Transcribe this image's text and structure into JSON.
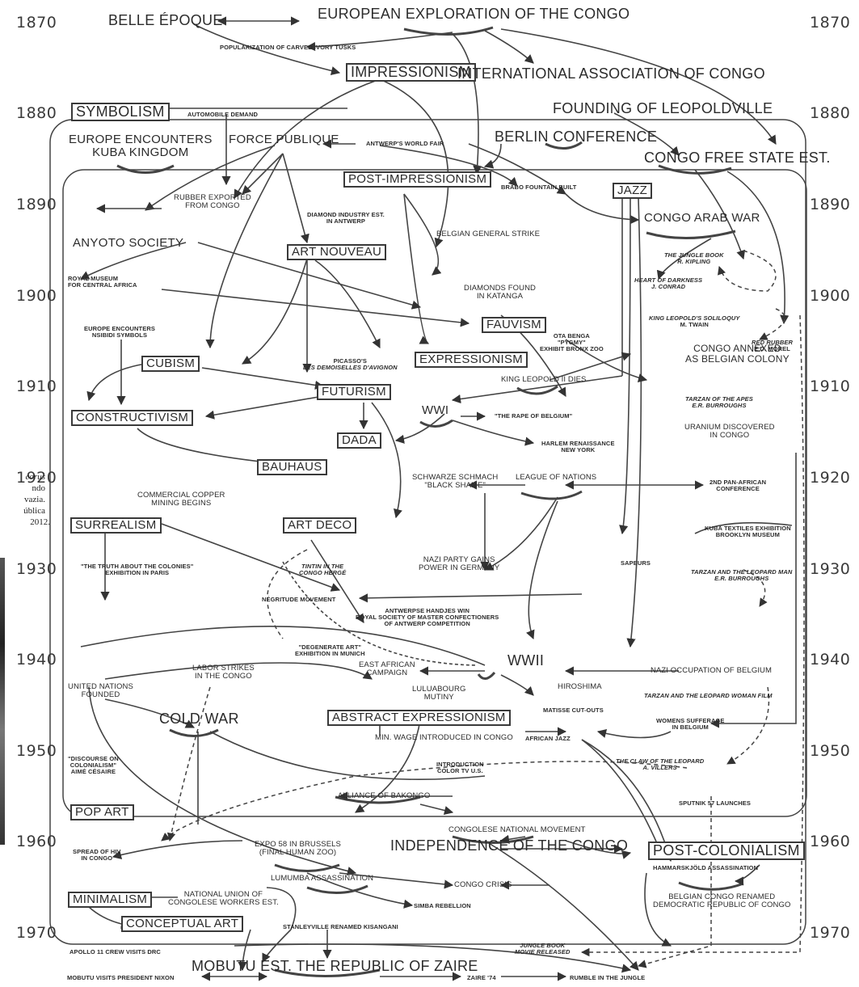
{
  "years": [
    "1870",
    "1880",
    "1890",
    "1900",
    "1910",
    "1920",
    "1930",
    "1940",
    "1950",
    "1960",
    "1970"
  ],
  "caption_fragments": [
    "corus",
    "ndo",
    "vazia.",
    "ública",
    "2012."
  ],
  "nodes": {
    "european_exploration": "EUROPEAN EXPLORATION OF THE CONGO",
    "belle_epoque": "BELLE ÉPOQUE",
    "carved_ivory": "POPULARIZATION OF CARVED IVORY TUSKS",
    "impressionism": "IMPRESSIONISM",
    "intl_association": "INTERNATIONAL ASSOCIATION OF CONGO",
    "symbolism": "SYMBOLISM",
    "automobile_demand": "AUTOMOBILE DEMAND",
    "founding_leopoldville": "FOUNDING OF LEOPOLDVILLE",
    "europe_kuba_1": "EUROPE ENCOUNTERS",
    "europe_kuba_2": "KUBA KINGDOM",
    "force_publique": "FORCE PUBLIQUE",
    "antwerp_fair": "ANTWERP'S WORLD FAIR",
    "berlin_conference": "BERLIN CONFERENCE",
    "congo_free_state": "CONGO FREE STATE EST.",
    "post_impressionism": "POST-IMPRESSIONISM",
    "brabo_fountain": "BRABO FOUNTAIN BUILT",
    "jazz": "JAZZ",
    "rubber_exported_1": "RUBBER EXPORTED",
    "rubber_exported_2": "FROM CONGO",
    "diamond_industry_1": "DIAMOND INDUSTRY EST.",
    "diamond_industry_2": "IN ANTWERP",
    "congo_arab_war": "CONGO ARAB WAR",
    "anyoto_society": "ANYOTO SOCIETY",
    "belgian_strike": "BELGIAN GENERAL STRIKE",
    "art_nouveau": "ART NOUVEAU",
    "jungle_book_1": "THE JUNGLE BOOK",
    "jungle_book_2": "R. KIPLING",
    "royal_museum_1": "ROYAL MUSEUM",
    "royal_museum_2": "FOR CENTRAL AFRICA",
    "heart_darkness_1": "HEART OF DARKNESS",
    "heart_darkness_2": "J. CONRAD",
    "diamonds_katanga_1": "DIAMONDS FOUND",
    "diamonds_katanga_2": "IN KATANGA",
    "leopold_soliloquy_1": "KING LEOPOLD'S SOLILOQUY",
    "leopold_soliloquy_2": "M. TWAIN",
    "europe_nsibidi_1": "EUROPE ENCOUNTERS",
    "europe_nsibidi_2": "NSIBIDI SYMBOLS",
    "fauvism": "FAUVISM",
    "red_rubber_1": "RED RUBBER",
    "red_rubber_2": "E.D. MOREL",
    "ota_benga_1": "OTA BENGA",
    "ota_benga_2": "\"PYGMY\"",
    "ota_benga_3": "EXHIBIT BRONX ZOO",
    "cubism": "CUBISM",
    "picasso_1": "PICASSO'S",
    "picasso_2": "LES DEMOISELLES D'AVIGNON",
    "expressionism": "EXPRESSIONISM",
    "congo_annexed_1": "CONGO ANNEXED",
    "congo_annexed_2": "AS BELGIAN COLONY",
    "leopold_dies": "KING LEOPOLD II DIES",
    "futurism": "FUTURISM",
    "tarzan_apes_1": "TARZAN OF THE APES",
    "tarzan_apes_2": "E.R. BURROUGHS",
    "constructivism": "CONSTRUCTIVISM",
    "wwi": "WWI",
    "rape_belgium": "\"THE RAPE OF BELGIUM\"",
    "uranium_1": "URANIUM DISCOVERED",
    "uranium_2": "IN CONGO",
    "dada": "DADA",
    "harlem_1": "HARLEM RENAISSANCE",
    "harlem_2": "NEW YORK",
    "bauhaus": "BAUHAUS",
    "schwarze_1": "SCHWARZE SCHMACH",
    "schwarze_2": "\"BLACK SHAME\"",
    "league_nations": "LEAGUE OF NATIONS",
    "pan_african_1": "2ND PAN-AFRICAN",
    "pan_african_2": "CONFERENCE",
    "copper_1": "COMMERCIAL COPPER",
    "copper_2": "MINING BEGINS",
    "surrealism": "SURREALISM",
    "art_deco": "ART DECO",
    "kuba_textiles_1": "KUBA TEXTILES EXHIBITION",
    "kuba_textiles_2": "BROOKLYN MUSEUM",
    "sapeurs": "SAPEURS",
    "truth_colonies_1": "\"THE TRUTH ABOUT THE COLONIES\"",
    "truth_colonies_2": "EXHIBITION IN PARIS",
    "tintin_1": "TINTIN IN THE",
    "tintin_2": "CONGO HERGÉ",
    "nazi_party_1": "NAZI PARTY GAINS",
    "nazi_party_2": "POWER IN GERMANY",
    "negritude": "NÉGRITUDE MOVEMENT",
    "tarzan_leopard_man_1": "TARZAN AND THE LEOPARD MAN",
    "tarzan_leopard_man_2": "E.R. BURROUGHS",
    "antwerpse_1": "ANTWERPSE HANDJES WIN",
    "antwerpse_2": "ROYAL SOCIETY OF MASTER CONFECTIONERS",
    "antwerpse_3": "OF ANTWERP COMPETITION",
    "degenerate_1": "\"DEGENERATE ART\"",
    "degenerate_2": "EXHIBITION IN MUNICH",
    "wwii": "WWII",
    "nazi_occupation": "NAZI OCCUPATION OF BELGIUM",
    "east_african_1": "EAST AFRICAN",
    "east_african_2": "CAMPAIGN",
    "labor_strikes_1": "LABOR STRIKES",
    "labor_strikes_2": "IN THE CONGO",
    "un_founded_1": "UNITED NATIONS",
    "un_founded_2": "FOUNDED",
    "hiroshima": "HIROSHIMA",
    "luluabourg_1": "LULUABOURG",
    "luluabourg_2": "MUTINY",
    "tarzan_leopard_woman": "TARZAN AND THE LEOPARD WOMAN FILM",
    "cold_war": "COLD WAR",
    "matisse": "MATISSE CUT-OUTS",
    "abstract_expressionism": "ABSTRACT EXPRESSIONISM",
    "womens_suffrage_1": "WOMENS SUFFERAGE",
    "womens_suffrage_2": "IN BELGIUM",
    "min_wage": "MIN. WAGE INTRODUCED IN CONGO",
    "african_jazz": "AFRICAN JAZZ",
    "discourse_1": "\"DISCOURSE ON",
    "discourse_2": "COLONIALISM\"",
    "discourse_3": "AIMÉ CÉSAIRE",
    "color_tv_1": "INTRODUCTION",
    "color_tv_2": "COLOR TV U.S.",
    "claw_leopard_1": "THE CLAW OF THE LEOPARD",
    "claw_leopard_2": "A. VILLERS",
    "alliance_bakongo": "ALLIANCE OF BAKONGO",
    "pop_art": "POP ART",
    "sputnik": "SPUTNIK 57 LAUNCHES",
    "congolese_national": "CONGOLESE NATIONAL MOVEMENT",
    "expo58_1": "EXPO 58 IN BRUSSELS",
    "expo58_2": "(FINAL HUMAN ZOO)",
    "spread_hiv_1": "SPREAD OF HIV",
    "spread_hiv_2": "IN CONGO",
    "independence": "INDEPENDENCE OF THE CONGO",
    "post_colonialism": "POST-COLONIALISM",
    "lumumba": "LUMUMBA ASSASSINATION",
    "hammarskjold": "HAMMARSKJÖLD ASSASSINATION",
    "minimalism": "MINIMALISM",
    "national_union_1": "NATIONAL UNION OF",
    "national_union_2": "CONGOLESE WORKERS EST.",
    "congo_crisis": "CONGO CRISIS",
    "belgian_congo_renamed_1": "BELGIAN CONGO RENAMED",
    "belgian_congo_renamed_2": "DEMOCRATIC REPUBLIC OF CONGO",
    "simba": "SIMBA REBELLION",
    "conceptual_art": "CONCEPTUAL ART",
    "stanleyville": "STANLEYVILLE RENAMED KISANGANI",
    "jungle_movie_1": "JUNGLE BOOK",
    "jungle_movie_2": "MOVIE RELEASED",
    "apollo": "APOLLO 11 CREW VISITS DRC",
    "mobutu_zaire": "MOBUTU EST. THE REPUBLIC OF ZAIRE",
    "mobutu_nixon": "MOBUTU VISITS PRESIDENT NIXON",
    "zaire74": "ZAIRE '74",
    "rumble": "RUMBLE IN THE JUNGLE"
  }
}
